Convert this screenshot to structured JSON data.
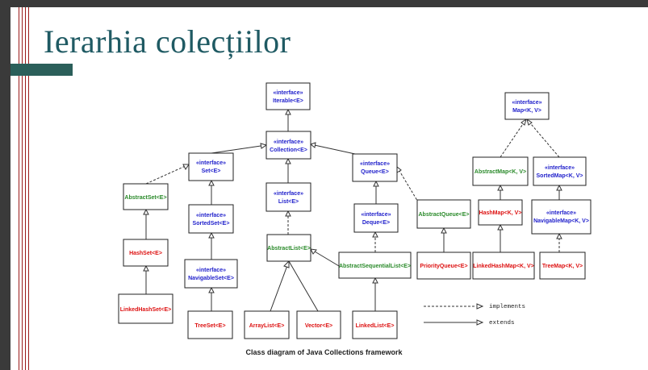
{
  "slide": {
    "title": "Ierarhia colecțiilor"
  },
  "diagram": {
    "caption": "Class diagram of Java Collections framework",
    "legend": {
      "implements": "implements",
      "extends": "extends"
    },
    "colors": {
      "interface": "#2222cc",
      "abstract": "#2a8a2a",
      "concrete": "#dd1111"
    },
    "nodes": {
      "iterable": {
        "stereotype": "«interface»",
        "name": "Iterable<E>",
        "kind": "interface"
      },
      "collection": {
        "stereotype": "«interface»",
        "name": "Collection<E>",
        "kind": "interface"
      },
      "set": {
        "stereotype": "«interface»",
        "name": "Set<E>",
        "kind": "interface"
      },
      "list": {
        "stereotype": "«interface»",
        "name": "List<E>",
        "kind": "interface"
      },
      "queue": {
        "stereotype": "«interface»",
        "name": "Queue<E>",
        "kind": "interface"
      },
      "sortedset": {
        "stereotype": "«interface»",
        "name": "SortedSet<E>",
        "kind": "interface"
      },
      "navigableset": {
        "stereotype": "«interface»",
        "name": "NavigableSet<E>",
        "kind": "interface"
      },
      "deque": {
        "stereotype": "«interface»",
        "name": "Deque<E>",
        "kind": "interface"
      },
      "map": {
        "stereotype": "«interface»",
        "name": "Map<K, V>",
        "kind": "interface"
      },
      "sortedmap": {
        "stereotype": "«interface»",
        "name": "SortedMap<K, V>",
        "kind": "interface"
      },
      "navigablemap": {
        "stereotype": "«interface»",
        "name": "NavigableMap<K, V>",
        "kind": "interface"
      },
      "abstractset": {
        "name": "AbstractSet<E>",
        "kind": "abstract"
      },
      "abstractlist": {
        "name": "AbstractList<E>",
        "kind": "abstract"
      },
      "abstractsequentiallist": {
        "name": "AbstractSequentialList<E>",
        "kind": "abstract"
      },
      "abstractqueue": {
        "name": "AbstractQueue<E>",
        "kind": "abstract"
      },
      "abstractmap": {
        "name": "AbstractMap<K, V>",
        "kind": "abstract"
      },
      "hashset": {
        "name": "HashSet<E>",
        "kind": "concrete"
      },
      "linkedhashset": {
        "name": "LinkedHashSet<E>",
        "kind": "concrete"
      },
      "treeset": {
        "name": "TreeSet<E>",
        "kind": "concrete"
      },
      "arraylist": {
        "name": "ArrayList<E>",
        "kind": "concrete"
      },
      "vector": {
        "name": "Vector<E>",
        "kind": "concrete"
      },
      "linkedlist": {
        "name": "LinkedList<E>",
        "kind": "concrete"
      },
      "priorityqueue": {
        "name": "PriorityQueue<E>",
        "kind": "concrete"
      },
      "hashmap": {
        "name": "HashMap<K, V>",
        "kind": "concrete"
      },
      "linkedhashmap": {
        "name": "LinkedHashMap<K, V>",
        "kind": "concrete"
      },
      "treemap": {
        "name": "TreeMap<K, V>",
        "kind": "concrete"
      }
    }
  }
}
